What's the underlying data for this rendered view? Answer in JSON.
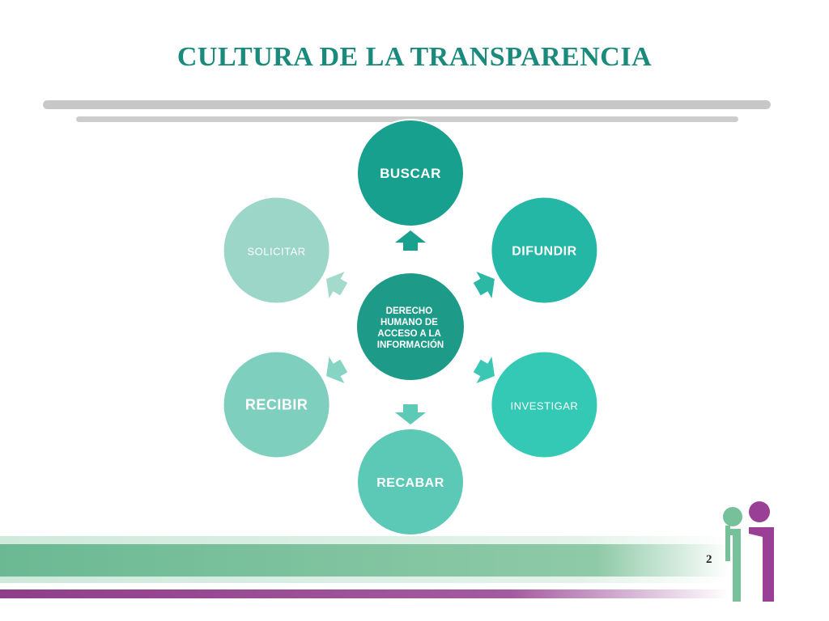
{
  "slide": {
    "title": "CULTURA DE LA TRANSPARENCIA",
    "page_number": "2"
  },
  "diagram": {
    "center": {
      "label_lines": [
        "DERECHO",
        "HUMANO DE",
        "ACCESO A LA",
        "INFORMACIÓN"
      ],
      "color": "#1e9a88"
    },
    "nodes": [
      {
        "id": "buscar",
        "label": "BUSCAR",
        "color": "#17a08e"
      },
      {
        "id": "difundir",
        "label": "DIFUNDIR",
        "color": "#25b7a5"
      },
      {
        "id": "investigar",
        "label": "INVESTIGAR",
        "color": "#33c9b5"
      },
      {
        "id": "recabar",
        "label": "RECABAR",
        "color": "#5bc9b5"
      },
      {
        "id": "recibir",
        "label": "RECIBIR",
        "color": "#7ecfbd"
      },
      {
        "id": "solicitar",
        "label": "SOLICITAR",
        "color": "#9cd6c8"
      }
    ],
    "arrow_colors": [
      "#1aa08e",
      "#2bb9a6",
      "#3ac8b4",
      "#5ccab7",
      "#86d4c3",
      "#a3dacc"
    ]
  },
  "theme": {
    "title_color": "#1a8a7c",
    "green_band": "#6bb994",
    "purple_band": "#8e3f8a",
    "logo_green": "#76c19a",
    "logo_purple": "#9a3f96"
  }
}
